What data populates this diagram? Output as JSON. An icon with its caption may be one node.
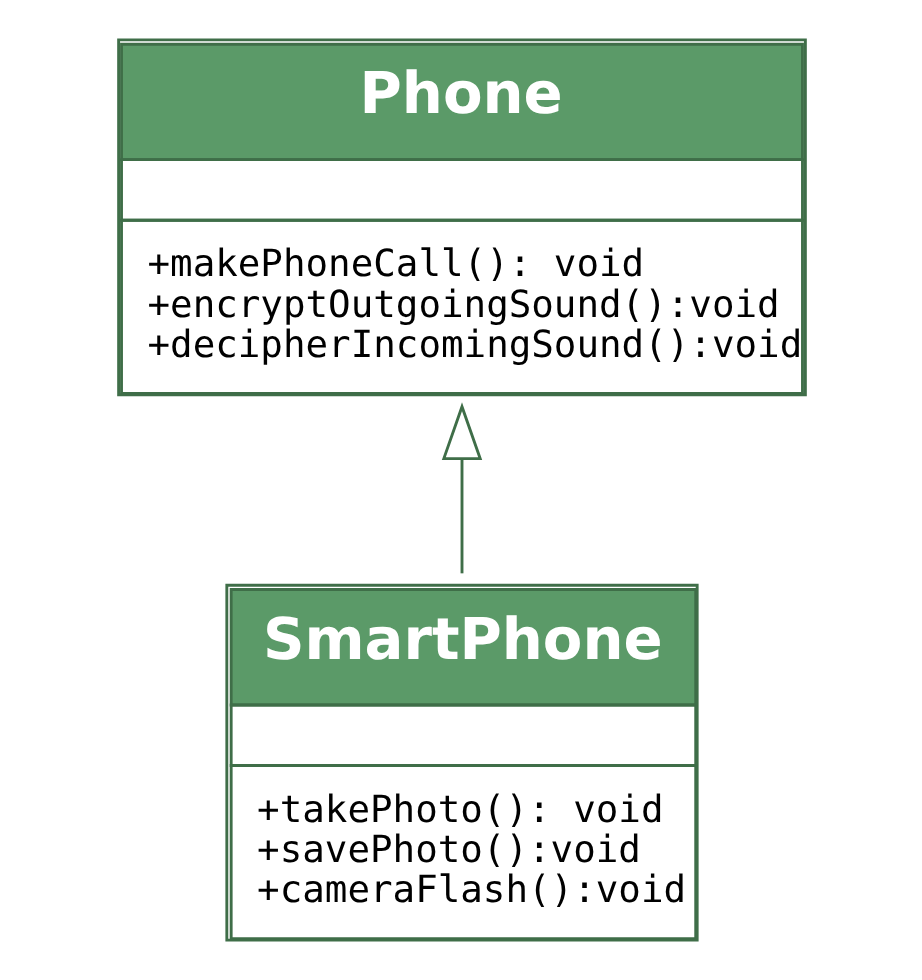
{
  "diagram": {
    "nodes": [
      {
        "text": [
          "Phone",
          "+makePhoneCall(): void",
          "+encryptOutgoingSound():void",
          "+decipherIncomingSound():void"
        ]
      },
      {
        "text": [
          "SmartPhone",
          "+takePhoto(): void",
          "+savePhoto():void",
          "+cameraFlash():void"
        ]
      }
    ],
    "edges": [
      {
        "from": 1,
        "to": 0,
        "arrow": "to"
      }
    ]
  }
}
